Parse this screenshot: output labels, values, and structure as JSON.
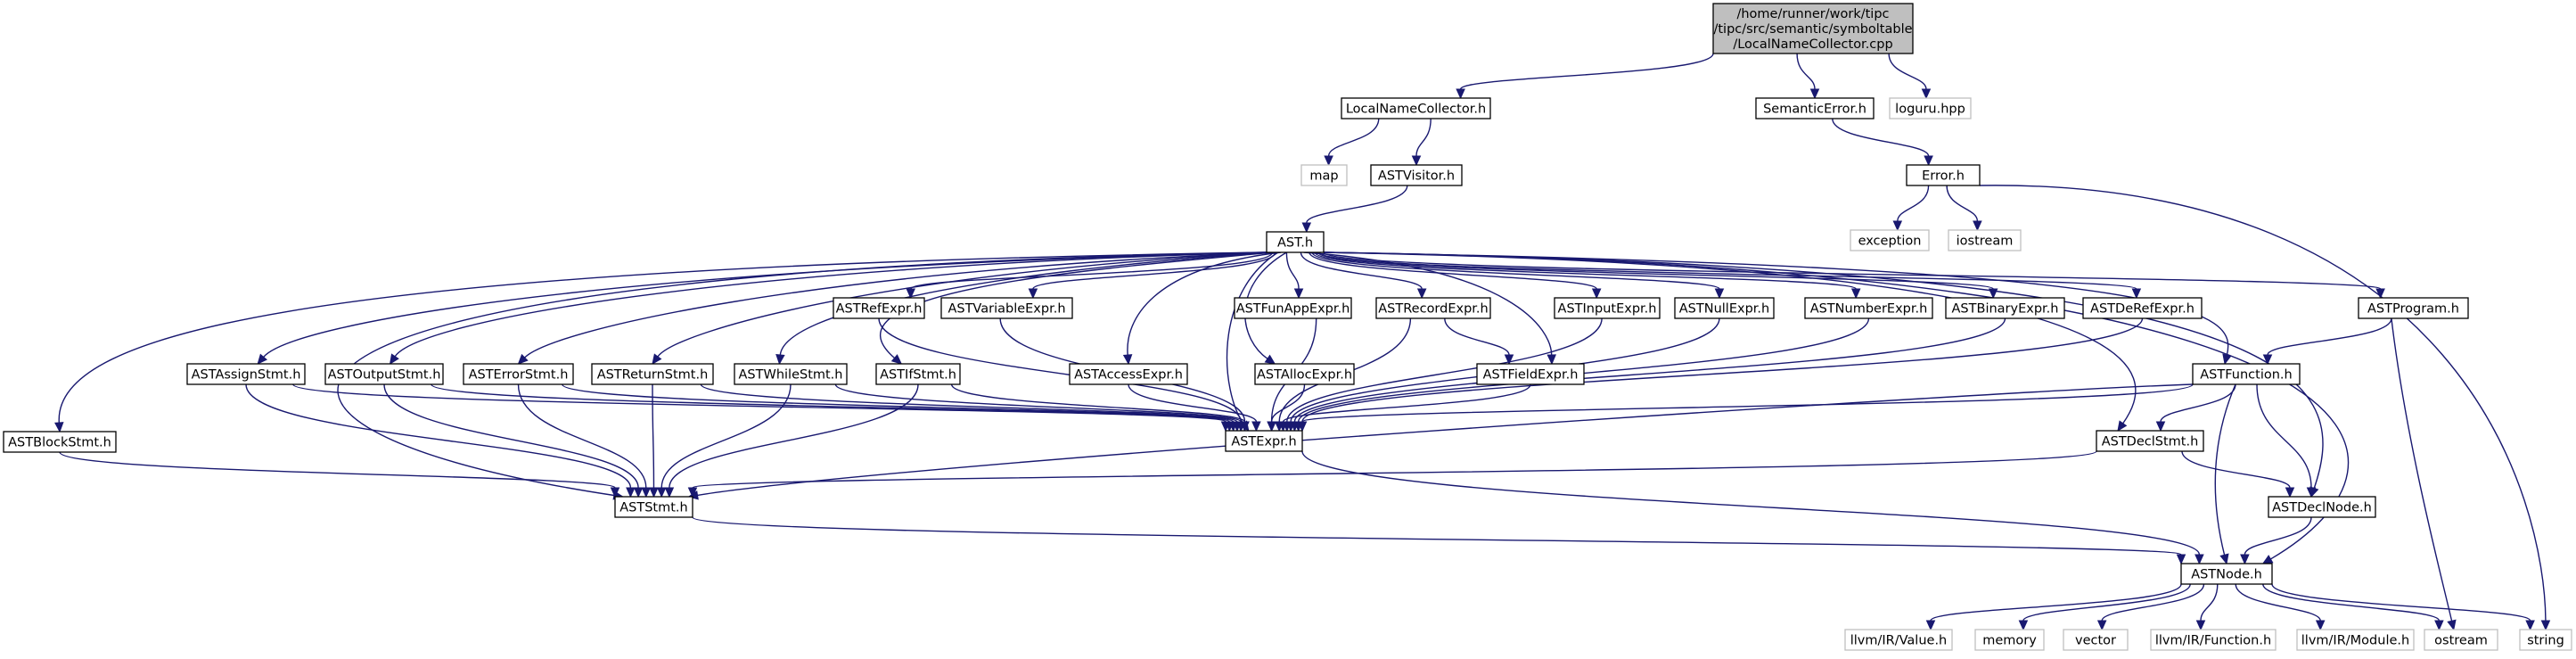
{
  "graph": {
    "root": {
      "lines": [
        "/home/runner/work/tipc",
        "/tipc/src/semantic/symboltable",
        "/LocalNameCollector.cpp"
      ]
    },
    "nodes": {
      "localnamecollector_h": "LocalNameCollector.h",
      "semanticerror_h": "SemanticError.h",
      "loguru_hpp": "loguru.hpp",
      "map": "map",
      "astvisitor_h": "ASTVisitor.h",
      "error_h": "Error.h",
      "exception": "exception",
      "iostream": "iostream",
      "ast_h": "AST.h",
      "astrefexpr_h": "ASTRefExpr.h",
      "astvariableexpr_h": "ASTVariableExpr.h",
      "astfunappexpr_h": "ASTFunAppExpr.h",
      "astrecordexpr_h": "ASTRecordExpr.h",
      "astinputexpr_h": "ASTInputExpr.h",
      "astnullexpr_h": "ASTNullExpr.h",
      "astnumberexpr_h": "ASTNumberExpr.h",
      "astbinaryexpr_h": "ASTBinaryExpr.h",
      "astderefexpr_h": "ASTDeRefExpr.h",
      "astprogram_h": "ASTProgram.h",
      "astassignstmt_h": "ASTAssignStmt.h",
      "astoutputstmt_h": "ASTOutputStmt.h",
      "asterrorstmt_h": "ASTErrorStmt.h",
      "astreturnstmt_h": "ASTReturnStmt.h",
      "astwhilestmt_h": "ASTWhileStmt.h",
      "astifstmt_h": "ASTIfStmt.h",
      "astaccessexpr_h": "ASTAccessExpr.h",
      "astallocexpr_h": "ASTAllocExpr.h",
      "astfieldexpr_h": "ASTFieldExpr.h",
      "astfunction_h": "ASTFunction.h",
      "astblockstmt_h": "ASTBlockStmt.h",
      "astexpr_h": "ASTExpr.h",
      "astdeclstmt_h": "ASTDeclStmt.h",
      "aststmt_h": "ASTStmt.h",
      "astdeclnode_h": "ASTDeclNode.h",
      "astnode_h": "ASTNode.h",
      "llvm_ir_value_h": "llvm/IR/Value.h",
      "memory": "memory",
      "vector": "vector",
      "llvm_ir_function_h": "llvm/IR/Function.h",
      "llvm_ir_module_h": "llvm/IR/Module.h",
      "ostream": "ostream",
      "string": "string"
    },
    "colors": {
      "edge": "#191970",
      "project_border": "#000000",
      "external_border": "#bfbfbf",
      "root_fill": "#bfbfbf"
    }
  }
}
